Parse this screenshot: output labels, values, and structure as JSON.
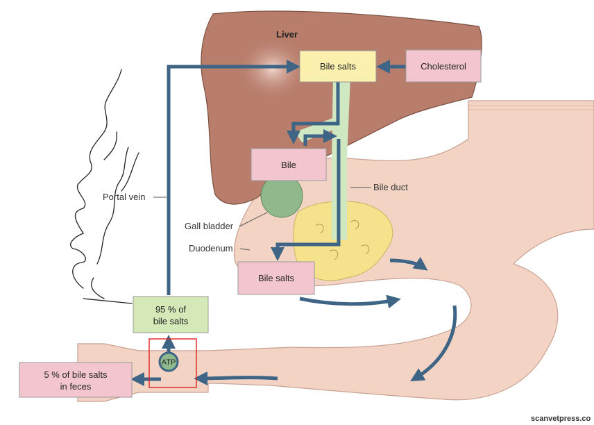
{
  "title": "Liver",
  "boxes": {
    "bile_salts_liver": "Bile salts",
    "cholesterol": "Cholesterol",
    "bile": "Bile",
    "bile_salts_duodenum": "Bile salts",
    "percent_95_line1": "95 % of",
    "percent_95_line2": "bile salts",
    "percent_5_line1": "5 % of bile salts",
    "percent_5_line2": "in feces"
  },
  "labels": {
    "portal_vein": "Portal vein",
    "bile_duct": "Bile duct",
    "gall_bladder": "Gall bladder",
    "duodenum": "Duodenum",
    "atp": "ATP"
  },
  "credit": "scanvetpress.co",
  "colors": {
    "liver": "#b87d6b",
    "intestine": "#f3d3c4",
    "pancreas": "#f5e28c",
    "gall_bladder": "#8fb98c",
    "duct_green": "#cfe8c2",
    "arrow_blue": "#3e6585",
    "box_yellow": "#fbf0ad",
    "box_pink": "#f3c6cf",
    "box_green": "#d4e9b7",
    "highlight_red": "#e02020"
  },
  "annotation": {
    "handwriting": "reproduced as a drawn scribble"
  }
}
